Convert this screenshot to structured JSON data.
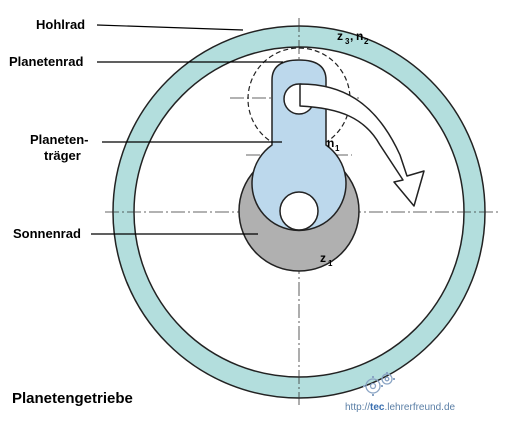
{
  "labels": {
    "ring_gear": "Hohlrad",
    "planet_gear": "Planetenrad",
    "carrier_line1": "Planeten-",
    "carrier_line2": "träger",
    "sun_gear": "Sonnenrad"
  },
  "symbols": {
    "planet": {
      "z": "z",
      "z_sub": "3",
      "sep": ",",
      "n": "n",
      "n_sub": "2"
    },
    "carrier": {
      "n": "n",
      "n_sub": "1"
    },
    "sun": {
      "z": "z",
      "z_sub": "1"
    }
  },
  "title": "Planetengetriebe",
  "watermark": {
    "url_prefix": "http://",
    "url_highlight": "tec",
    "url_suffix": ".lehrerfreund.de"
  },
  "colors": {
    "ring": "#b3dedd",
    "carrier": "#bcd8ec",
    "sun": "#b0b0b0",
    "stroke": "#222222",
    "watermark": "#5b7fa6"
  }
}
